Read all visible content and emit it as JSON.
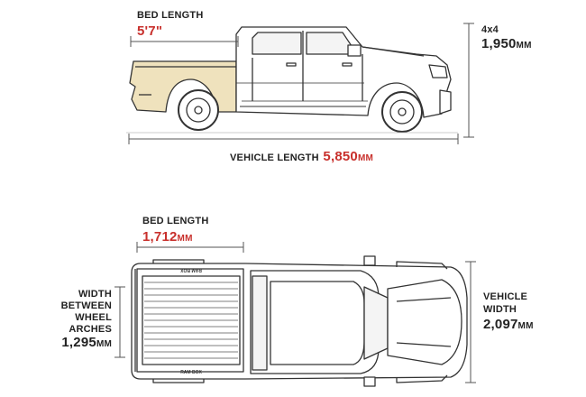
{
  "side_view": {
    "bed_length_label": "BED LENGTH",
    "bed_length_value": "5'7\"",
    "drive_label": "4x4",
    "height_value": "1,950",
    "height_unit": "MM",
    "vehicle_length_label": "VEHICLE LENGTH",
    "vehicle_length_value": "5,850",
    "vehicle_length_unit": "MM"
  },
  "top_view": {
    "bed_length_label": "BED LENGTH",
    "bed_length_value": "1,712",
    "bed_length_unit": "MM",
    "arches_line1": "WIDTH",
    "arches_line2": "BETWEEN",
    "arches_line3": "WHEEL",
    "arches_line4": "ARCHES",
    "arches_value": "1,295",
    "arches_unit": "MM",
    "width_line1": "VEHICLE",
    "width_line2": "WIDTH",
    "width_value": "2,097",
    "width_unit": "MM",
    "tailgate_badge": "RAM BOX",
    "bed_badge": "RAM BOX"
  },
  "colors": {
    "accent_red": "#c8302c",
    "bed_fill": "#efe2bd",
    "line": "#333333",
    "dim": "#555555"
  }
}
